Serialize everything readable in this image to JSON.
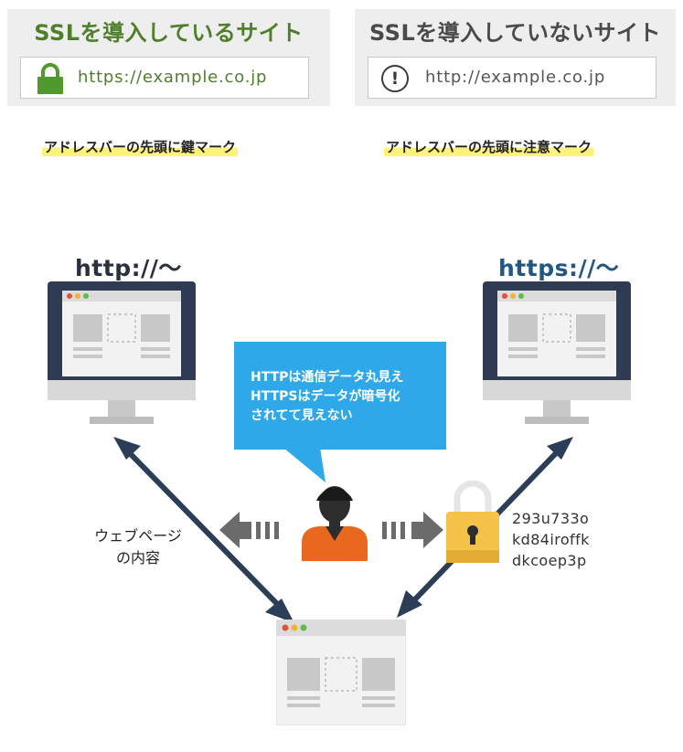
{
  "ssl_panel": {
    "title": "SSLを導入しているサイト",
    "url": "https://example.co.jp",
    "caption": "アドレスバーの先頭に鍵マーク",
    "icon": "lock-icon",
    "accent": "#4f7f2c"
  },
  "nossl_panel": {
    "title": "SSLを導入していないサイト",
    "url": "http://example.co.jp",
    "caption": "アドレスバーの先頭に注意マーク",
    "icon": "warning-icon"
  },
  "diagram": {
    "http_label": "http://〜",
    "https_label": "https://〜",
    "bubble_lines": [
      "HTTPは通信データ丸見え",
      "HTTPSはデータが暗号化",
      "されてて見えない"
    ],
    "content_label_lines": [
      "ウェブページ",
      "の内容"
    ],
    "cipher_lines": [
      "293u733o",
      "kd84iroffk",
      "dkcoep3p"
    ],
    "colors": {
      "bubble": "#2ea8e8",
      "arrow": "#2c3e57",
      "person_body": "#e8681e",
      "lock": "#f5c24a"
    }
  }
}
